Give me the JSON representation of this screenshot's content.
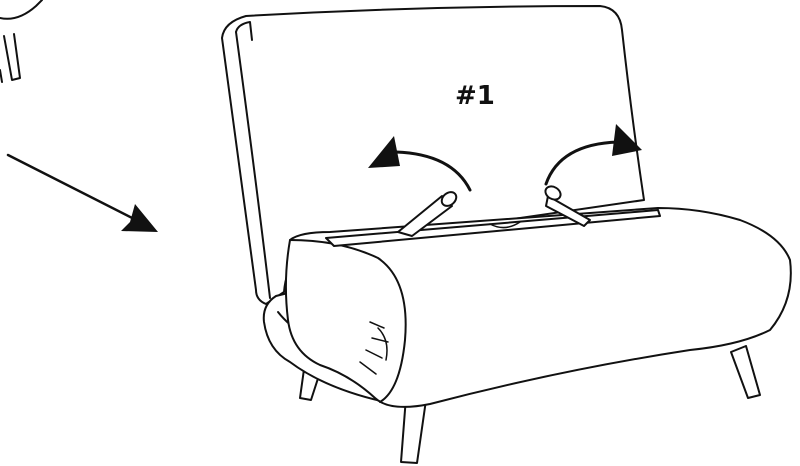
{
  "step_label": "#1",
  "colors": {
    "line": "#111111",
    "background": "#ffffff"
  },
  "icons": [
    "direction-arrow",
    "rotate-left-arrow",
    "rotate-right-arrow"
  ]
}
